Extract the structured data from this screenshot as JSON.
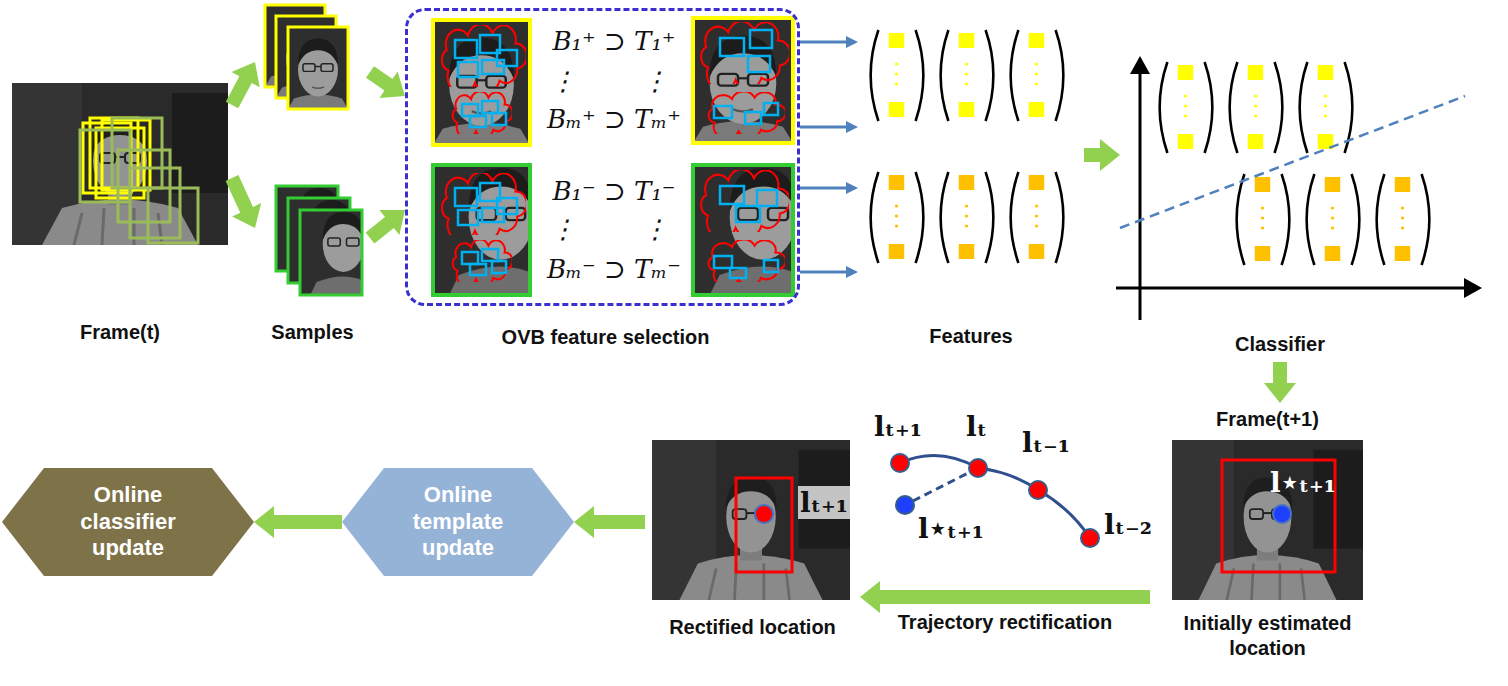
{
  "diagram": {
    "nodes": [
      {
        "text": [
          "Frame(t)"
        ]
      },
      {
        "text": [
          "Samples"
        ]
      },
      {
        "text": [
          "OVB feature selection"
        ]
      },
      {
        "text": [
          "Features"
        ]
      },
      {
        "text": [
          "Classifier"
        ]
      },
      {
        "text": [
          "Frame(t+1)",
          "Initially estimated location"
        ]
      },
      {
        "text": [
          "Rectified location"
        ]
      },
      {
        "text": [
          "Online template update"
        ]
      },
      {
        "text": [
          "Online classifier update"
        ]
      }
    ],
    "edges": [
      {
        "from": 0,
        "to": 1,
        "arrow": "to"
      },
      {
        "from": 0,
        "to": 1,
        "arrow": "to"
      },
      {
        "from": 1,
        "to": 2,
        "arrow": "to"
      },
      {
        "from": 1,
        "to": 2,
        "arrow": "to"
      },
      {
        "from": 2,
        "to": 3,
        "arrow": "to"
      },
      {
        "from": 2,
        "to": 3,
        "arrow": "to"
      },
      {
        "from": 2,
        "to": 3,
        "arrow": "to"
      },
      {
        "from": 2,
        "to": 3,
        "arrow": "to"
      },
      {
        "from": 3,
        "to": 4,
        "arrow": "to"
      },
      {
        "from": 4,
        "to": 5,
        "arrow": "to"
      },
      {
        "from": 5,
        "to": 6,
        "label": "Trajectory rectification",
        "arrow": "to"
      },
      {
        "from": 6,
        "to": 7,
        "arrow": "to"
      },
      {
        "from": 7,
        "to": 8,
        "arrow": "to"
      }
    ],
    "labels": [
      "B₁⁺ ⊃ T₁⁺",
      "⋮",
      "⋮",
      "Bₘ⁺ ⊃ Tₘ⁺",
      "B₁⁻ ⊃ T₁⁻",
      "⋮",
      "⋮",
      "Bₘ⁻ ⊃ Tₘ⁻",
      "lₜ₊₁",
      "lₜ",
      "lₜ₋₁",
      "lₜ₋₂",
      "l⋆ₜ₊₁",
      "l⋆ₜ₊₁",
      "lₜ₊₁"
    ]
  }
}
